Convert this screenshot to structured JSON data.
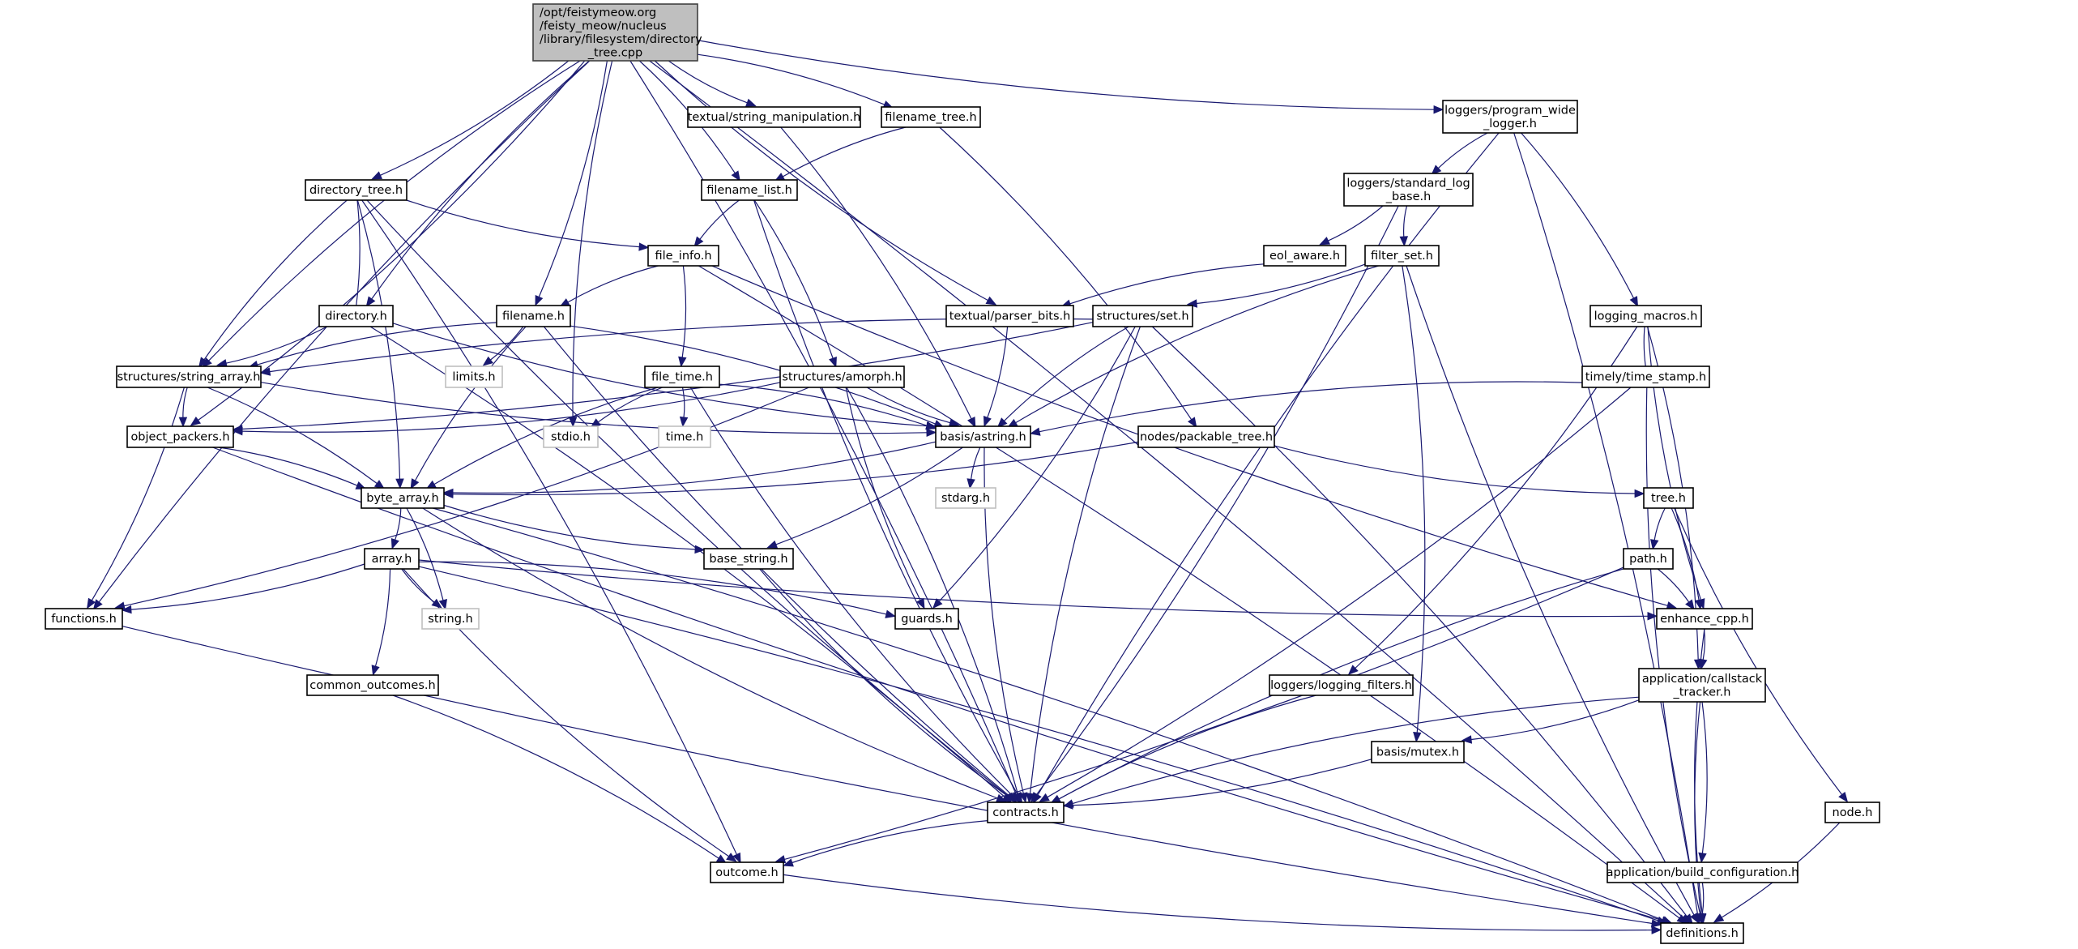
{
  "title": "Include dependency graph for directory_tree.cpp",
  "colors": {
    "edge": "#191970",
    "root_fill": "#bfbfbf",
    "node_border": "#000000",
    "system_border": "#bfbfbf"
  },
  "nodes": [
    {
      "id": "root",
      "kind": "root",
      "lines": [
        "/opt/feistymeow.org",
        "/feisty_meow/nucleus",
        "/library/filesystem/directory",
        "_tree.cpp"
      ]
    },
    {
      "id": "string_manipulation",
      "kind": "normal",
      "lines": [
        "textual/string_manipulation.h"
      ]
    },
    {
      "id": "filename_tree",
      "kind": "normal",
      "lines": [
        "filename_tree.h"
      ]
    },
    {
      "id": "program_wide_logger",
      "kind": "normal",
      "lines": [
        "loggers/program_wide",
        "_logger.h"
      ]
    },
    {
      "id": "directory_tree_h",
      "kind": "normal",
      "lines": [
        "directory_tree.h"
      ]
    },
    {
      "id": "filename_list",
      "kind": "normal",
      "lines": [
        "filename_list.h"
      ]
    },
    {
      "id": "standard_log_base",
      "kind": "normal",
      "lines": [
        "loggers/standard_log",
        "_base.h"
      ]
    },
    {
      "id": "file_info",
      "kind": "normal",
      "lines": [
        "file_info.h"
      ]
    },
    {
      "id": "eol_aware",
      "kind": "normal",
      "lines": [
        "eol_aware.h"
      ]
    },
    {
      "id": "filter_set",
      "kind": "normal",
      "lines": [
        "filter_set.h"
      ]
    },
    {
      "id": "directory_h",
      "kind": "normal",
      "lines": [
        "directory.h"
      ]
    },
    {
      "id": "filename_h",
      "kind": "normal",
      "lines": [
        "filename.h"
      ]
    },
    {
      "id": "parser_bits",
      "kind": "normal",
      "lines": [
        "textual/parser_bits.h"
      ]
    },
    {
      "id": "set_h",
      "kind": "normal",
      "lines": [
        "structures/set.h"
      ]
    },
    {
      "id": "logging_macros",
      "kind": "normal",
      "lines": [
        "logging_macros.h"
      ]
    },
    {
      "id": "string_array",
      "kind": "normal",
      "lines": [
        "structures/string_array.h"
      ]
    },
    {
      "id": "limits_h",
      "kind": "system",
      "lines": [
        "limits.h"
      ]
    },
    {
      "id": "file_time",
      "kind": "normal",
      "lines": [
        "file_time.h"
      ]
    },
    {
      "id": "amorph",
      "kind": "normal",
      "lines": [
        "structures/amorph.h"
      ]
    },
    {
      "id": "time_stamp",
      "kind": "normal",
      "lines": [
        "timely/time_stamp.h"
      ]
    },
    {
      "id": "object_packers",
      "kind": "normal",
      "lines": [
        "object_packers.h"
      ]
    },
    {
      "id": "stdio_h",
      "kind": "system",
      "lines": [
        "stdio.h"
      ]
    },
    {
      "id": "time_h",
      "kind": "system",
      "lines": [
        "time.h"
      ]
    },
    {
      "id": "astring",
      "kind": "normal",
      "lines": [
        "basis/astring.h"
      ]
    },
    {
      "id": "packable_tree",
      "kind": "normal",
      "lines": [
        "nodes/packable_tree.h"
      ]
    },
    {
      "id": "byte_array",
      "kind": "normal",
      "lines": [
        "byte_array.h"
      ]
    },
    {
      "id": "stdarg_h",
      "kind": "system",
      "lines": [
        "stdarg.h"
      ]
    },
    {
      "id": "tree_h",
      "kind": "normal",
      "lines": [
        "tree.h"
      ]
    },
    {
      "id": "array_h",
      "kind": "normal",
      "lines": [
        "array.h"
      ]
    },
    {
      "id": "base_string",
      "kind": "normal",
      "lines": [
        "base_string.h"
      ]
    },
    {
      "id": "path_h",
      "kind": "normal",
      "lines": [
        "path.h"
      ]
    },
    {
      "id": "functions_h",
      "kind": "normal",
      "lines": [
        "functions.h"
      ]
    },
    {
      "id": "string_h",
      "kind": "system",
      "lines": [
        "string.h"
      ]
    },
    {
      "id": "guards_h",
      "kind": "normal",
      "lines": [
        "guards.h"
      ]
    },
    {
      "id": "enhance_cpp",
      "kind": "normal",
      "lines": [
        "enhance_cpp.h"
      ]
    },
    {
      "id": "common_outcomes",
      "kind": "normal",
      "lines": [
        "common_outcomes.h"
      ]
    },
    {
      "id": "logging_filters",
      "kind": "normal",
      "lines": [
        "loggers/logging_filters.h"
      ]
    },
    {
      "id": "callstack_tracker",
      "kind": "normal",
      "lines": [
        "application/callstack",
        "_tracker.h"
      ]
    },
    {
      "id": "mutex_h",
      "kind": "normal",
      "lines": [
        "basis/mutex.h"
      ]
    },
    {
      "id": "contracts_h",
      "kind": "normal",
      "lines": [
        "contracts.h"
      ]
    },
    {
      "id": "node_h",
      "kind": "normal",
      "lines": [
        "node.h"
      ]
    },
    {
      "id": "outcome_h",
      "kind": "normal",
      "lines": [
        "outcome.h"
      ]
    },
    {
      "id": "build_configuration",
      "kind": "normal",
      "lines": [
        "application/build_configuration.h"
      ]
    },
    {
      "id": "definitions_h",
      "kind": "normal",
      "lines": [
        "definitions.h"
      ]
    }
  ],
  "edges": [
    [
      "root",
      "directory_tree_h"
    ],
    [
      "root",
      "directory_h"
    ],
    [
      "root",
      "filename_h"
    ],
    [
      "root",
      "stdio_h"
    ],
    [
      "root",
      "filename_list"
    ],
    [
      "root",
      "string_manipulation"
    ],
    [
      "root",
      "filename_tree"
    ],
    [
      "root",
      "parser_bits"
    ],
    [
      "root",
      "contracts_h"
    ],
    [
      "root",
      "program_wide_logger"
    ],
    [
      "root",
      "definitions_h"
    ],
    [
      "root",
      "string_array"
    ],
    [
      "root",
      "object_packers"
    ],
    [
      "root",
      "functions_h"
    ],
    [
      "string_manipulation",
      "astring"
    ],
    [
      "filename_tree",
      "filename_list"
    ],
    [
      "filename_tree",
      "packable_tree"
    ],
    [
      "program_wide_logger",
      "standard_log_base"
    ],
    [
      "program_wide_logger",
      "logging_macros"
    ],
    [
      "program_wide_logger",
      "contracts_h"
    ],
    [
      "program_wide_logger",
      "definitions_h"
    ],
    [
      "directory_tree_h",
      "file_info"
    ],
    [
      "directory_tree_h",
      "directory_h"
    ],
    [
      "directory_tree_h",
      "string_array"
    ],
    [
      "directory_tree_h",
      "byte_array"
    ],
    [
      "directory_tree_h",
      "contracts_h"
    ],
    [
      "directory_tree_h",
      "outcome_h"
    ],
    [
      "filename_list",
      "file_info"
    ],
    [
      "filename_list",
      "amorph"
    ],
    [
      "filename_list",
      "contracts_h"
    ],
    [
      "standard_log_base",
      "eol_aware"
    ],
    [
      "standard_log_base",
      "filter_set"
    ],
    [
      "standard_log_base",
      "contracts_h"
    ],
    [
      "file_info",
      "filename_h"
    ],
    [
      "file_info",
      "file_time"
    ],
    [
      "file_info",
      "enhance_cpp"
    ],
    [
      "file_info",
      "definitions_h"
    ],
    [
      "eol_aware",
      "parser_bits"
    ],
    [
      "filter_set",
      "set_h"
    ],
    [
      "filter_set",
      "astring"
    ],
    [
      "filter_set",
      "mutex_h"
    ],
    [
      "filter_set",
      "definitions_h"
    ],
    [
      "directory_h",
      "string_array"
    ],
    [
      "directory_h",
      "astring"
    ],
    [
      "directory_h",
      "contracts_h"
    ],
    [
      "filename_h",
      "string_array"
    ],
    [
      "filename_h",
      "limits_h"
    ],
    [
      "filename_h",
      "byte_array"
    ],
    [
      "filename_h",
      "astring"
    ],
    [
      "filename_h",
      "contracts_h"
    ],
    [
      "parser_bits",
      "astring"
    ],
    [
      "set_h",
      "string_array"
    ],
    [
      "set_h",
      "object_packers"
    ],
    [
      "set_h",
      "astring"
    ],
    [
      "set_h",
      "guards_h"
    ],
    [
      "set_h",
      "contracts_h"
    ],
    [
      "set_h",
      "definitions_h"
    ],
    [
      "logging_macros",
      "time_stamp"
    ],
    [
      "logging_macros",
      "logging_filters"
    ],
    [
      "logging_macros",
      "enhance_cpp"
    ],
    [
      "logging_macros",
      "callstack_tracker"
    ],
    [
      "string_array",
      "object_packers"
    ],
    [
      "string_array",
      "byte_array"
    ],
    [
      "string_array",
      "astring"
    ],
    [
      "string_array",
      "functions_h"
    ],
    [
      "file_time",
      "stdio_h"
    ],
    [
      "file_time",
      "time_h"
    ],
    [
      "file_time",
      "byte_array"
    ],
    [
      "file_time",
      "astring"
    ],
    [
      "file_time",
      "contracts_h"
    ],
    [
      "amorph",
      "object_packers"
    ],
    [
      "amorph",
      "astring"
    ],
    [
      "amorph",
      "functions_h"
    ],
    [
      "amorph",
      "guards_h"
    ],
    [
      "amorph",
      "contracts_h"
    ],
    [
      "time_stamp",
      "astring"
    ],
    [
      "time_stamp",
      "contracts_h"
    ],
    [
      "time_stamp",
      "definitions_h"
    ],
    [
      "object_packers",
      "byte_array"
    ],
    [
      "object_packers",
      "definitions_h"
    ],
    [
      "astring",
      "byte_array"
    ],
    [
      "astring",
      "stdarg_h"
    ],
    [
      "astring",
      "base_string"
    ],
    [
      "astring",
      "contracts_h"
    ],
    [
      "packable_tree",
      "byte_array"
    ],
    [
      "packable_tree",
      "tree_h"
    ],
    [
      "byte_array",
      "array_h"
    ],
    [
      "byte_array",
      "base_string"
    ],
    [
      "byte_array",
      "string_h"
    ],
    [
      "byte_array",
      "contracts_h"
    ],
    [
      "byte_array",
      "definitions_h"
    ],
    [
      "tree_h",
      "path_h"
    ],
    [
      "tree_h",
      "enhance_cpp"
    ],
    [
      "tree_h",
      "node_h"
    ],
    [
      "array_h",
      "functions_h"
    ],
    [
      "array_h",
      "string_h"
    ],
    [
      "array_h",
      "guards_h"
    ],
    [
      "array_h",
      "enhance_cpp"
    ],
    [
      "array_h",
      "common_outcomes"
    ],
    [
      "array_h",
      "outcome_h"
    ],
    [
      "array_h",
      "definitions_h"
    ],
    [
      "base_string",
      "contracts_h"
    ],
    [
      "path_h",
      "enhance_cpp"
    ],
    [
      "path_h",
      "contracts_h"
    ],
    [
      "path_h",
      "outcome_h"
    ],
    [
      "functions_h",
      "definitions_h"
    ],
    [
      "enhance_cpp",
      "callstack_tracker"
    ],
    [
      "enhance_cpp",
      "definitions_h"
    ],
    [
      "common_outcomes",
      "outcome_h"
    ],
    [
      "logging_filters",
      "contracts_h"
    ],
    [
      "callstack_tracker",
      "mutex_h"
    ],
    [
      "callstack_tracker",
      "contracts_h"
    ],
    [
      "callstack_tracker",
      "build_configuration"
    ],
    [
      "callstack_tracker",
      "definitions_h"
    ],
    [
      "mutex_h",
      "contracts_h"
    ],
    [
      "contracts_h",
      "outcome_h"
    ],
    [
      "node_h",
      "definitions_h"
    ],
    [
      "outcome_h",
      "definitions_h"
    ],
    [
      "build_configuration",
      "definitions_h"
    ]
  ]
}
